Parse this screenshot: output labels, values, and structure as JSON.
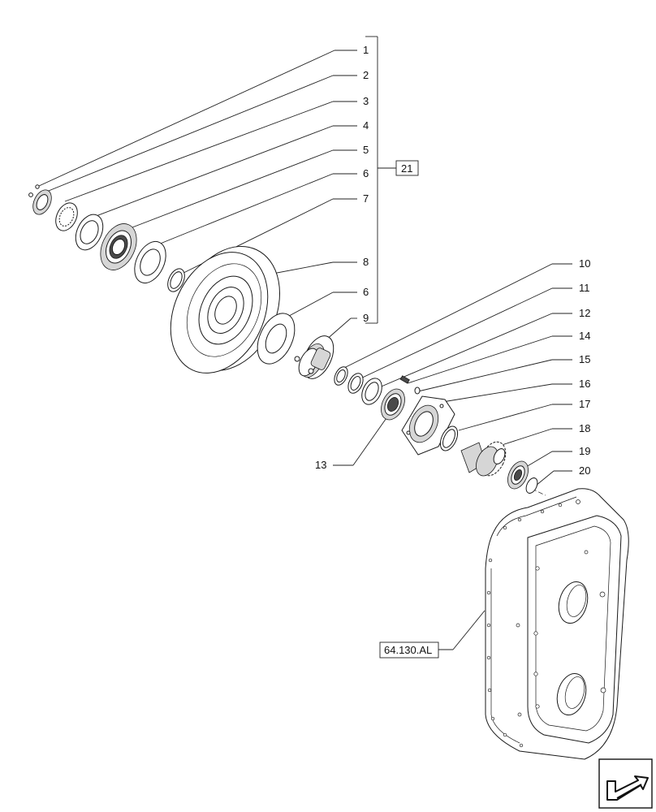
{
  "callouts": [
    {
      "id": "c1",
      "text": "1"
    },
    {
      "id": "c2",
      "text": "2"
    },
    {
      "id": "c3",
      "text": "3"
    },
    {
      "id": "c4",
      "text": "4"
    },
    {
      "id": "c5",
      "text": "5"
    },
    {
      "id": "c6a",
      "text": "6"
    },
    {
      "id": "c7",
      "text": "7"
    },
    {
      "id": "c8",
      "text": "8"
    },
    {
      "id": "c6b",
      "text": "6"
    },
    {
      "id": "c9",
      "text": "9"
    },
    {
      "id": "c10",
      "text": "10"
    },
    {
      "id": "c11",
      "text": "11"
    },
    {
      "id": "c12",
      "text": "12"
    },
    {
      "id": "c14",
      "text": "14"
    },
    {
      "id": "c15",
      "text": "15"
    },
    {
      "id": "c16",
      "text": "16"
    },
    {
      "id": "c17",
      "text": "17"
    },
    {
      "id": "c18",
      "text": "18"
    },
    {
      "id": "c19",
      "text": "19"
    },
    {
      "id": "c20",
      "text": "20"
    },
    {
      "id": "c13",
      "text": "13"
    }
  ],
  "assembly_ref": "21",
  "housing_ref": "64.130.AL",
  "nav_icon": "arrow-next-page-icon"
}
